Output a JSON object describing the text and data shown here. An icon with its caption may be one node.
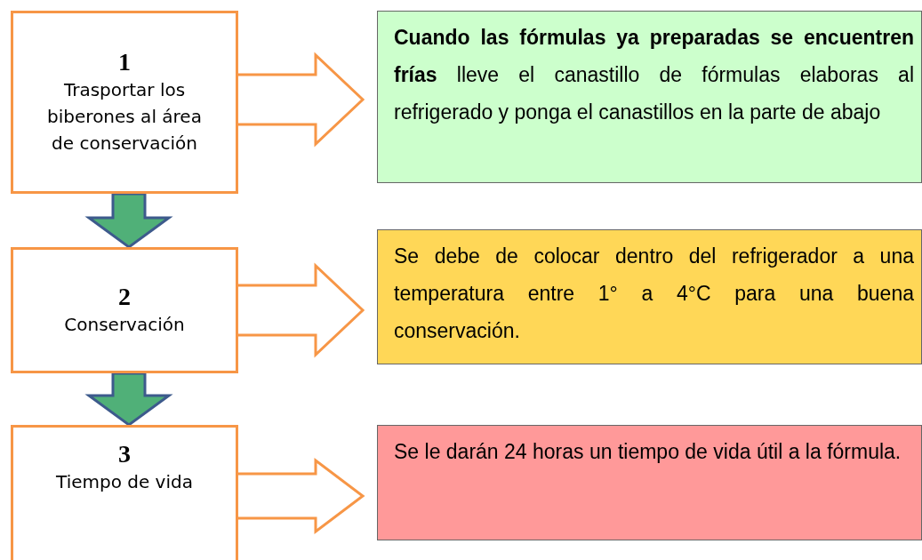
{
  "diagram": {
    "nodes": [
      {
        "text": [
          "1",
          "Trasportar los biberones al área de conservación"
        ]
      },
      {
        "text": [
          "**Cuando las fórmulas ya preparadas se encuentren frías** lleve el canastillo de fórmulas elaboras al refrigerado y ponga el canastillos en la parte de abajo"
        ]
      },
      {
        "text": [
          "2",
          "Conservación"
        ]
      },
      {
        "text": [
          "Se debe de colocar dentro del refrigerador a una temperatura entre 1° a 4°C  para una buena conservación."
        ]
      },
      {
        "text": [
          "3",
          "Tiempo de vida"
        ]
      },
      {
        "text": [
          "Se le darán 24 horas un tiempo de vida útil a la fórmula."
        ]
      }
    ],
    "edges": [
      {
        "from": 0,
        "to": 1,
        "arrow": "to",
        "color": "#f79646"
      },
      {
        "from": 2,
        "to": 3,
        "arrow": "to",
        "color": "#f79646"
      },
      {
        "from": 4,
        "to": 5,
        "arrow": "to",
        "color": "#f79646"
      },
      {
        "from": 0,
        "to": 2,
        "arrow": "to",
        "style": "thick"
      },
      {
        "from": 2,
        "to": 4,
        "arrow": "to",
        "style": "thick"
      }
    ]
  }
}
